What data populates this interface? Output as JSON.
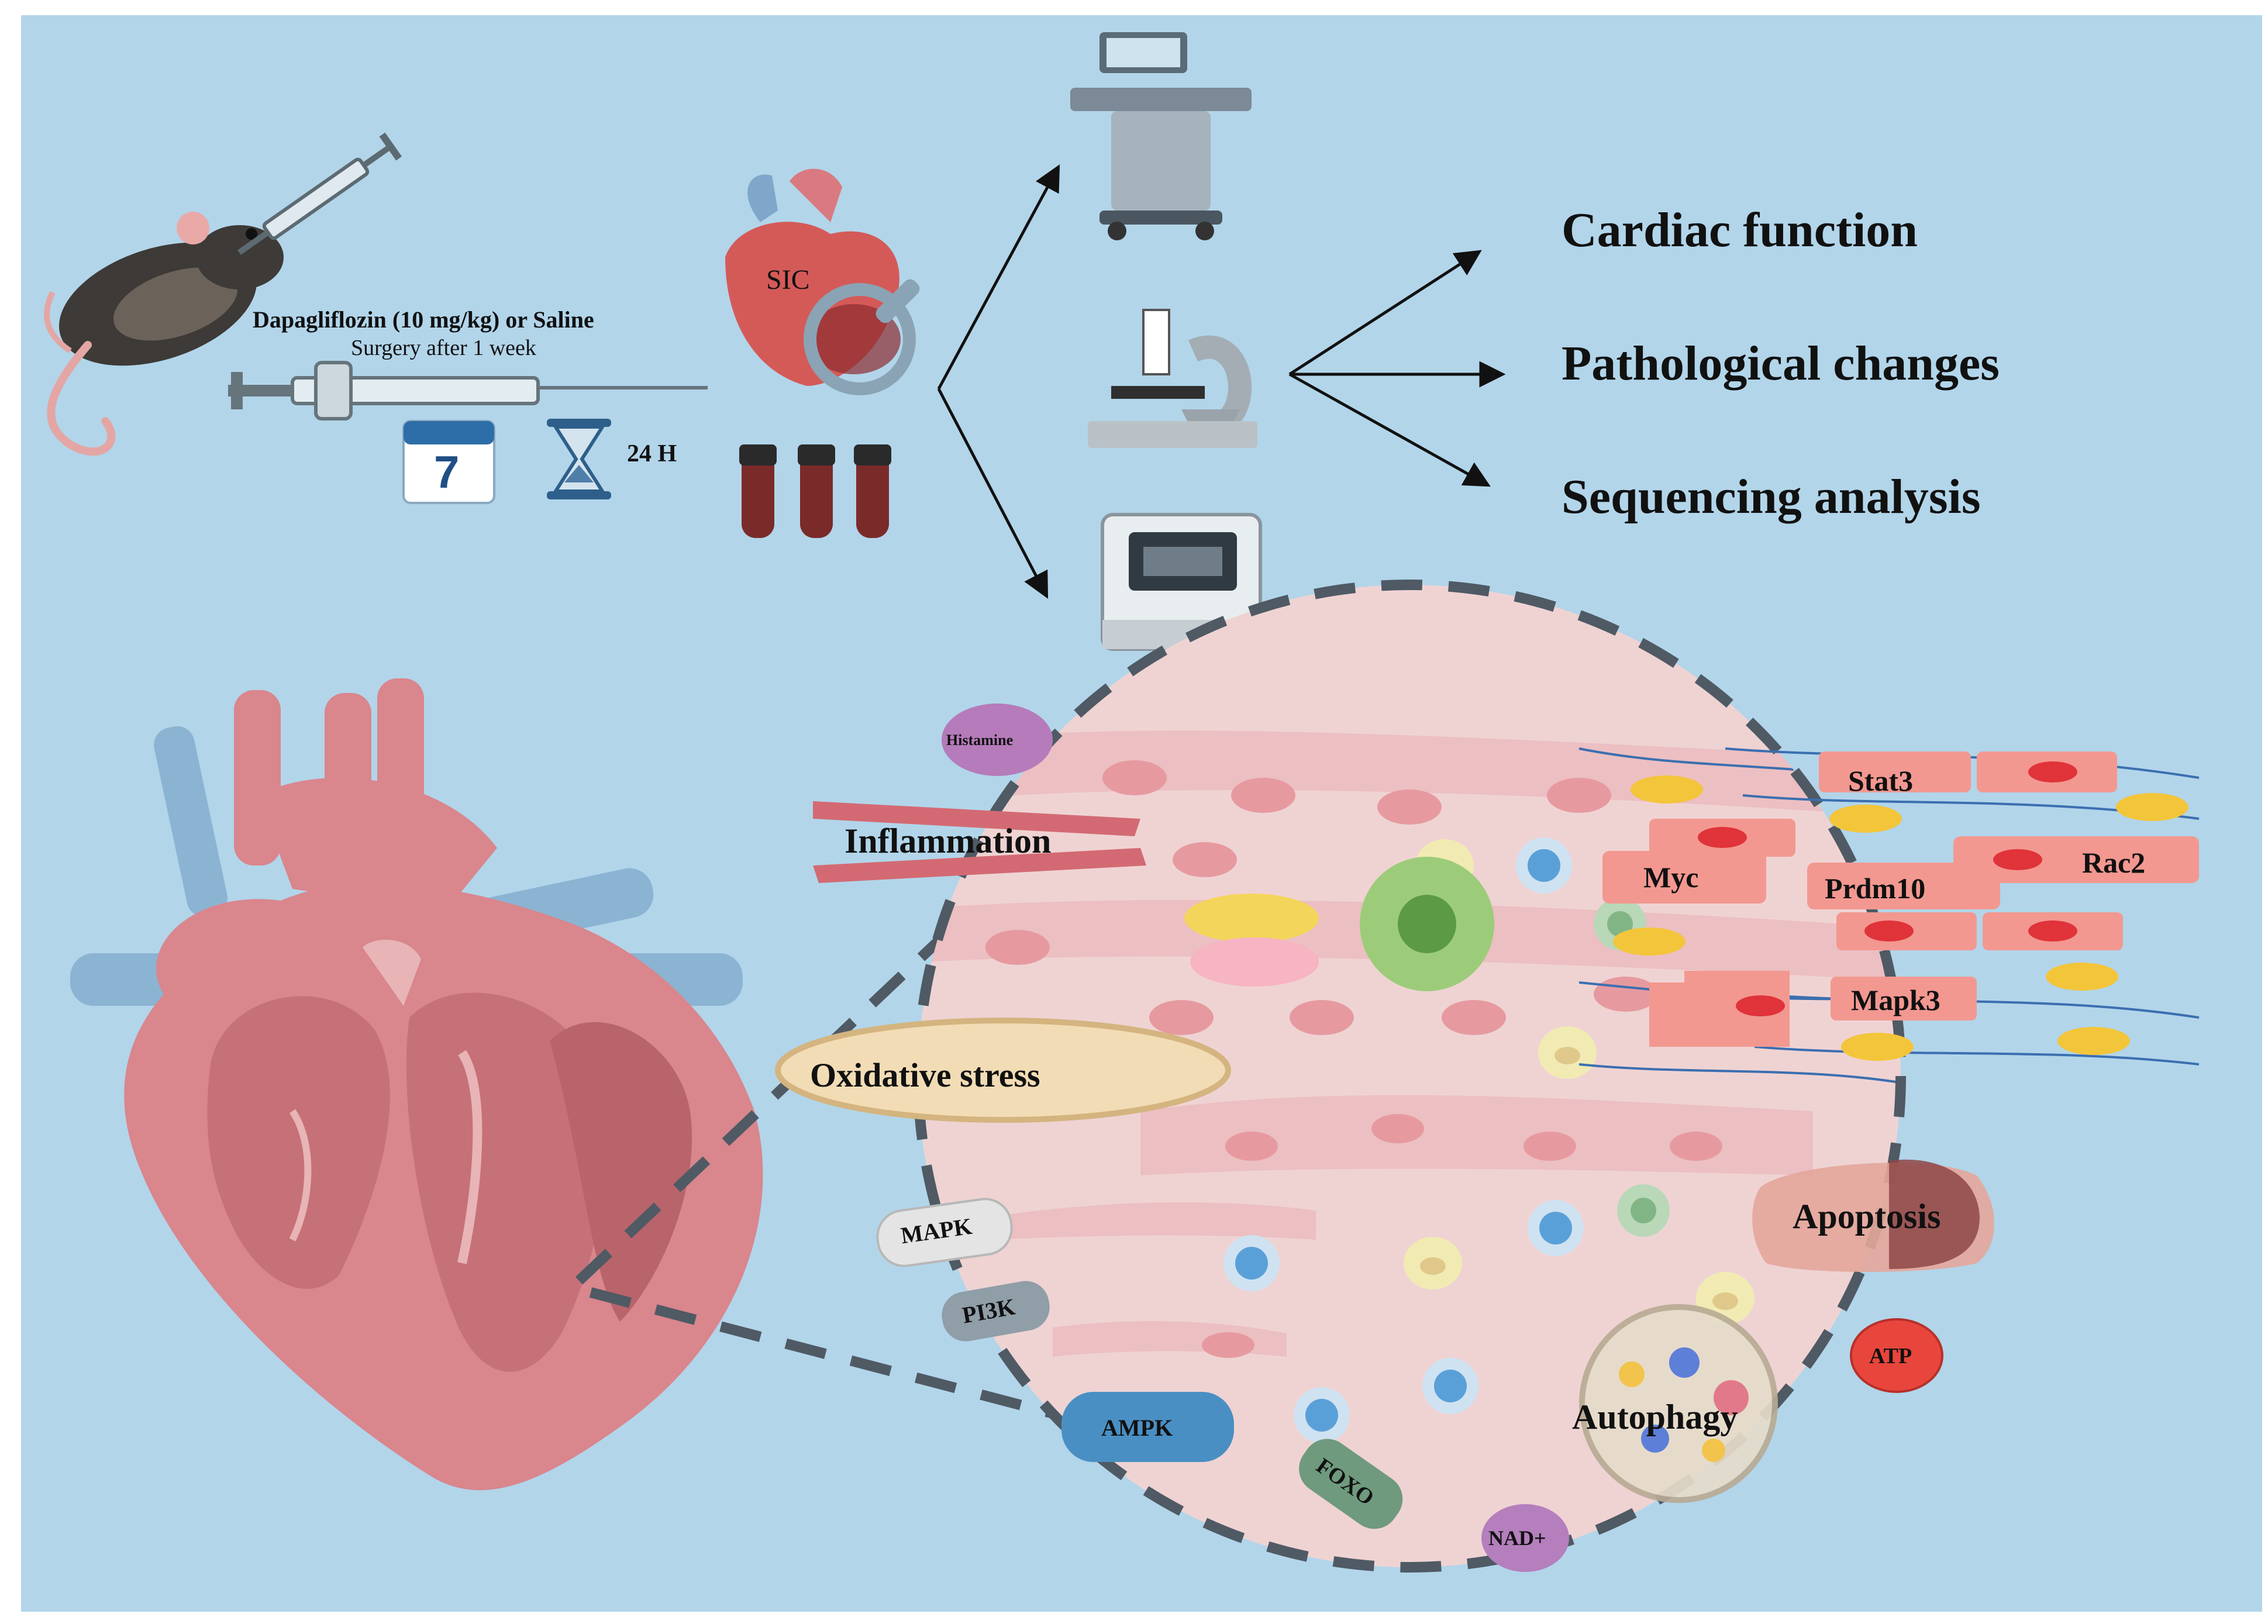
{
  "protocol": {
    "drug_label": "Dapagliflozin (10 mg/kg) or Saline",
    "surgery_label": "Surgery after 1 week",
    "calendar_day": "7",
    "timer_label": "24 H",
    "heart_label": "SIC"
  },
  "outcomes": [
    "Cardiac function",
    "Pathological changes",
    "Sequencing analysis"
  ],
  "mechanisms": {
    "inflammation": "Inflammation",
    "oxidative": "Oxidative stress",
    "apoptosis": "Apoptosis",
    "autophagy": "Autophagy"
  },
  "genes": {
    "stat3": "Stat3",
    "myc": "Myc",
    "prdm10": "Prdm10",
    "rac2": "Rac2",
    "mapk3": "Mapk3"
  },
  "markers": {
    "histamine": "Histamine",
    "mapk": "MAPK",
    "pi3k": "PI3K",
    "ampk": "AMPK",
    "foxo": "FOXO",
    "nad": "NAD+",
    "atp": "ATP"
  },
  "colors": {
    "background": "#b2d5ea",
    "tissue": "#efd3d3",
    "cardiomyocyte": "#f29890",
    "heart": "#d98a8f",
    "vessel_blue": "#8bb4d3",
    "fibroblast": "#f3c53a",
    "histamine": "#b57bba",
    "ampk": "#4a8fc3",
    "foxo": "#6f9a7e",
    "atp": "#e8463c",
    "nad": "#b47fbc"
  }
}
